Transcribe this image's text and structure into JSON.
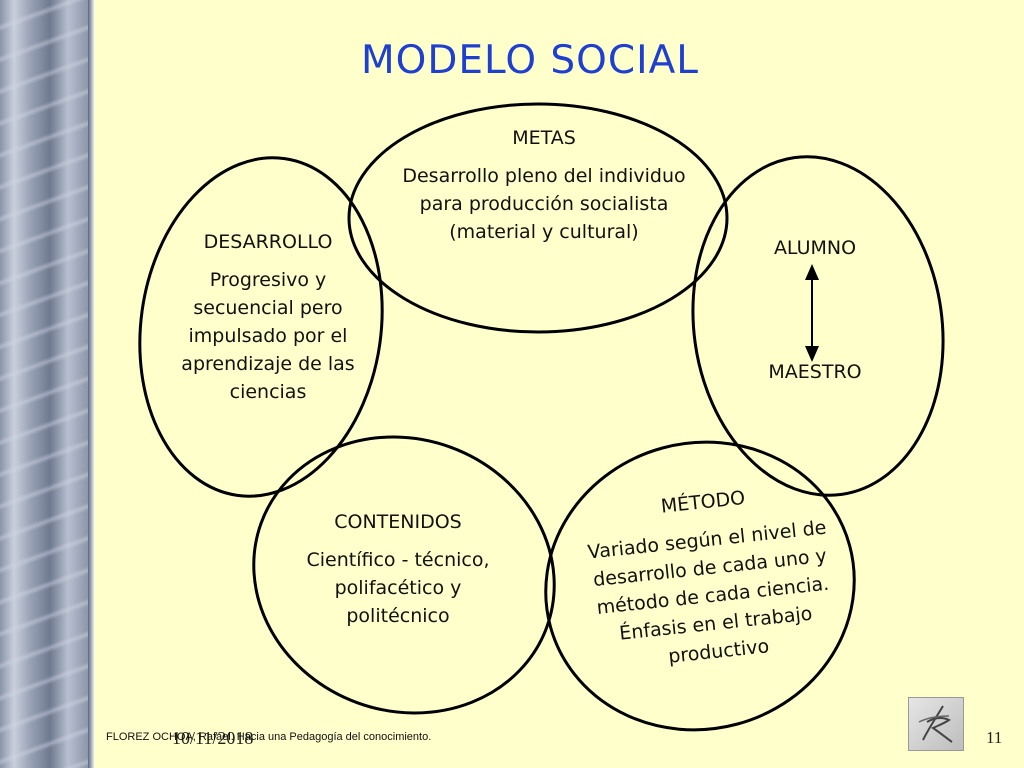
{
  "slide": {
    "title": "MODELO SOCIAL",
    "page_number": "11",
    "date": "10/11/2018",
    "credit": "FLOREZ OCHOA, Rafael. Hacia una Pedagogía del conocimiento."
  },
  "nodes": {
    "metas": {
      "heading": "METAS",
      "body": "Desarrollo pleno del individuo para producción socialista (material y cultural)"
    },
    "desarrollo": {
      "heading": "DESARROLLO",
      "body": "Progresivo y secuencial pero impulsado por el aprendizaje de las ciencias"
    },
    "relacion": {
      "top_label": "ALUMNO",
      "bottom_label": "MAESTRO"
    },
    "contenidos": {
      "heading": "CONTENIDOS",
      "body": "Científico - técnico, polifacético y politécnico"
    },
    "metodo": {
      "heading": "MÉTODO",
      "body": "Variado según el nivel de desarrollo de cada uno y método de cada ciencia. Énfasis en el trabajo productivo"
    }
  },
  "colors": {
    "background": "#ffffcc",
    "title": "#1f3fd0",
    "ellipse_stroke": "#000000"
  },
  "icons": {
    "arrow": "double-headed-vertical-arrow",
    "logo": "signature-logo"
  }
}
